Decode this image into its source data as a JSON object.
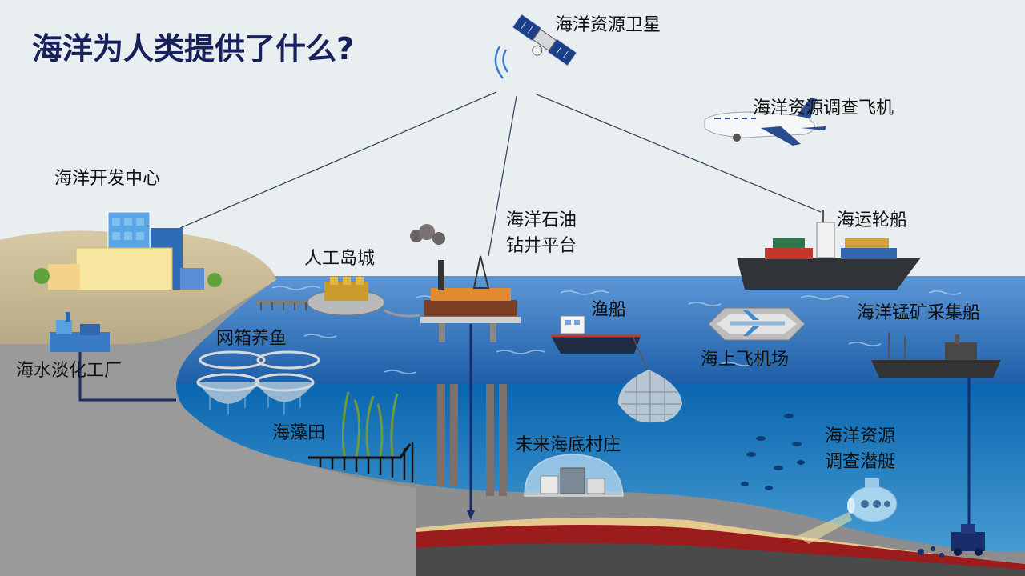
{
  "title": "海洋为人类提供了什么?",
  "labels": {
    "satellite": "海洋资源卫星",
    "survey_plane": "海洋资源调查飞机",
    "dev_center": "海洋开发中心",
    "oil_platform_line1": "海洋石油",
    "oil_platform_line2": "钻井平台",
    "cargo_ship": "海运轮船",
    "island_city": "人工岛城",
    "fishing_boat": "渔船",
    "mining_ship": "海洋锰矿采集船",
    "cage_fish": "网箱养鱼",
    "sea_airport": "海上飞机场",
    "desalination": "海水淡化工厂",
    "seaweed_field": "海藻田",
    "undersea_village": "未来海底村庄",
    "submarine_line1": "海洋资源",
    "submarine_line2": "调查潜艇"
  },
  "colors": {
    "sky": "#e9eef0",
    "title": "#16205a",
    "sea_surface": "#2f6fb8",
    "deep_sea": "#0b5fa3",
    "seabed": "#8d8d8d",
    "sand": "#e6c98e",
    "magma": "#9b1c1c"
  }
}
